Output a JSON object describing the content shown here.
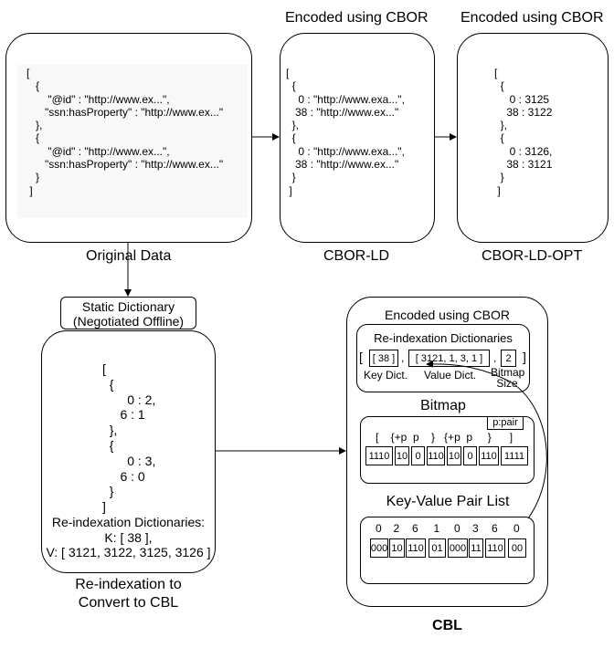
{
  "top": {
    "caption_cbor_ld": "Encoded using CBOR",
    "caption_cbor_ld_opt": "Encoded using CBOR",
    "original": {
      "label": "Original Data",
      "lines": [
        "[",
        "   {",
        "       \"@id\" : \"http://www.ex...\",",
        "      \"ssn:hasProperty\" : \"http://www.ex...\"",
        "   },",
        "   {",
        "       \"@id\" : \"http://www.ex...\",",
        "      \"ssn:hasProperty\" : \"http://www.ex...\"",
        "   }",
        " ]"
      ]
    },
    "cbor_ld": {
      "label": "CBOR-LD",
      "lines": [
        "[",
        "  {",
        "    0 : \"http://www.exa...\",",
        "   38 : \"http://www.ex...\"",
        "  },",
        "  {",
        "    0 : \"http://www.exa...\",",
        "   38 : \"http://www.ex...\"",
        "  }",
        " ]"
      ]
    },
    "cbor_ld_opt": {
      "label": "CBOR-LD-OPT",
      "lines": [
        "[",
        "  {",
        "     0 : 3125",
        "    38 : 3122",
        "  },",
        "  {",
        "     0 : 3126,",
        "    38 : 3121",
        "  }",
        " ]"
      ]
    }
  },
  "static_dictionary": {
    "line1": "Static Dictionary",
    "line2": "(Negotiated Offline)"
  },
  "reindex": {
    "lines": [
      "[",
      "  {",
      "       0 : 2,",
      "     6 : 1",
      "  },",
      "  {",
      "       0 : 3,",
      "     6 : 0",
      "  }",
      "]"
    ],
    "dict_title": "Re-indexation Dictionaries:",
    "dict_k": "K:   [ 38 ],",
    "dict_v": "V: [ 3121, 3122, 3125, 3126 ]",
    "caption_line1": "Re-indexation to",
    "caption_line2": "Convert to CBL"
  },
  "cbl": {
    "title": "Encoded using CBOR",
    "label": "CBL",
    "dictionaries": {
      "title": "Re-indexation Dictionaries",
      "open": "[",
      "key_value": "[ 38 ]",
      "sep1": ",",
      "value_value": "[ 3121, 1, 3, 1 ]",
      "sep2": ",",
      "bitmap_size": "2",
      "close": "]",
      "key_label": "Key Dict.",
      "value_label": "Value Dict.",
      "bitmap_label1": "Bitmap",
      "bitmap_label2": "Size"
    },
    "bitmap": {
      "title": "Bitmap",
      "legend": "p:pair",
      "structure": "[    {+p  p    }   {+p  p     }      ]",
      "cells": [
        "1110",
        "10",
        "0",
        "110",
        "10",
        "0",
        "110",
        "1111"
      ]
    },
    "kv_list": {
      "title": "Key-Value Pair List",
      "numbers": [
        "0",
        "2",
        "6",
        "1",
        "0",
        "3",
        "6",
        "0"
      ],
      "cells": [
        "000",
        "10",
        "110",
        "01",
        "000",
        "11",
        "110",
        "00"
      ]
    }
  }
}
